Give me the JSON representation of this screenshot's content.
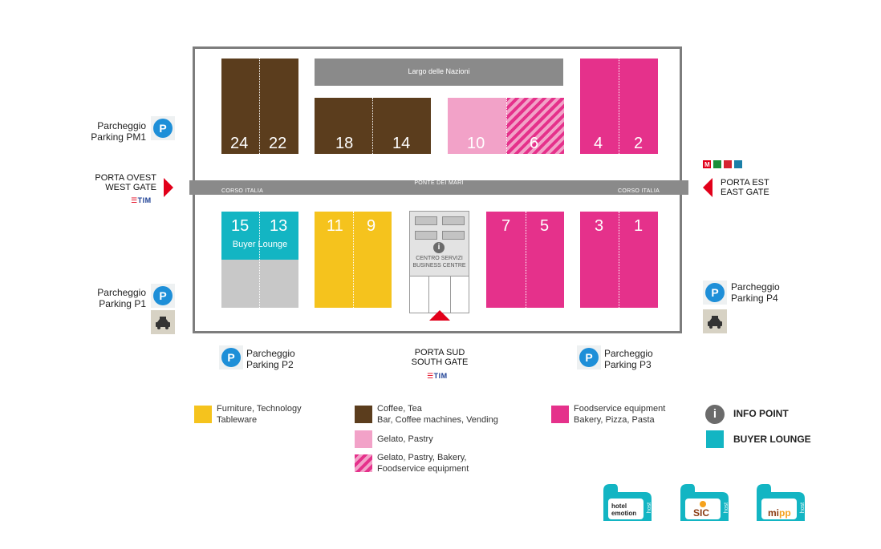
{
  "map": {
    "street_top": "Largo delle Nazioni",
    "road_center": "PONTE DEI MARI",
    "road_left": "CORSO ITALIA",
    "road_right": "CORSO ITALIA",
    "halls": {
      "h24": "24",
      "h22": "22",
      "h18": "18",
      "h14": "14",
      "h10": "10",
      "h6": "6",
      "h4": "4",
      "h2": "2",
      "h15": "15",
      "h13": "13",
      "h11": "11",
      "h9": "9",
      "h7": "7",
      "h5": "5",
      "h3": "3",
      "h1": "1"
    },
    "buyer_lounge_label": "Buyer Lounge",
    "service_centre": [
      "CENTRO SERVIZI",
      "BUSINESS CENTRE"
    ]
  },
  "parking": {
    "pm1": [
      "Parcheggio",
      "Parking PM1"
    ],
    "p1": [
      "Parcheggio",
      "Parking P1"
    ],
    "p2": [
      "Parcheggio",
      "Parking P2"
    ],
    "p3": [
      "Parcheggio",
      "Parking P3"
    ],
    "p4": [
      "Parcheggio",
      "Parking P4"
    ],
    "icon_letter": "P"
  },
  "gates": {
    "west": [
      "PORTA OVEST",
      "WEST GATE"
    ],
    "east": [
      "PORTA EST",
      "EAST GATE"
    ],
    "south": [
      "PORTA SUD",
      "SOUTH GATE"
    ],
    "sponsor": "TIM"
  },
  "legend": {
    "furniture": [
      "Furniture, Technology",
      "Tableware"
    ],
    "coffee": [
      "Coffee, Tea",
      "Bar, Coffee machines, Vending"
    ],
    "gelato": [
      "Gelato, Pastry"
    ],
    "gelato_mixed": [
      "Gelato, Pastry, Bakery,",
      "Foodservice equipment"
    ],
    "foodservice": [
      "Foodservice equipment",
      "Bakery, Pizza, Pasta"
    ],
    "info_point": "INFO POINT",
    "buyer_lounge": "BUYER LOUNGE",
    "info_letter": "i"
  },
  "logos": {
    "hotel": [
      "hotel",
      "emotion",
      "host"
    ],
    "sic": [
      "SIC",
      "host"
    ],
    "mipp": [
      "mi",
      "pp",
      "host"
    ]
  },
  "colors": {
    "coffee": "#5b3d1d",
    "foodservice": "#e5318b",
    "gelato": "#f2a2c8",
    "furniture": "#f5c31d",
    "buyer_lounge": "#13b5c3",
    "parking": "#1e8fd8",
    "gate_arrow": "#e2001a"
  }
}
